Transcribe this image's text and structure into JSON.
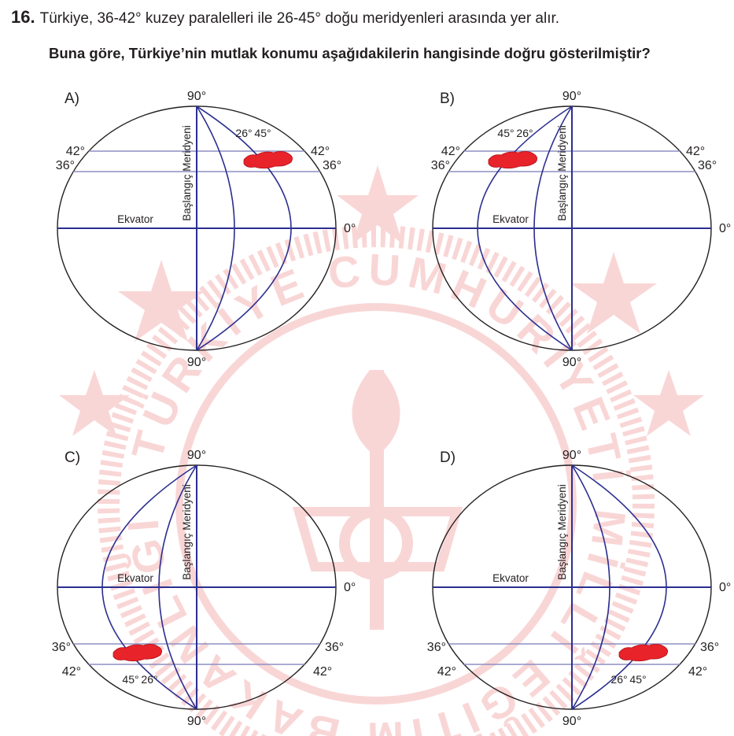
{
  "question": {
    "number": "16.",
    "statement": "Türkiye, 36-42° kuzey paralelleri ile 26-45° doğu meridyenleri arasında yer alır.",
    "prompt": "Buna göre, Türkiye’nin mutlak konumu aşağıdakilerin hangisinde doğru gösterilmiştir?"
  },
  "watermark": {
    "text": "TÜRKİYE CUMHURİYETİ MİLLÎ EĞİTİM BAKANLIĞI",
    "color": "#f5b5b5"
  },
  "colors": {
    "grid": "#2b2f8f",
    "parallel": "#8e8fc4",
    "outline": "#231f20",
    "turkey": "#e8232a"
  },
  "options": [
    {
      "letter": "A)",
      "north": "90°",
      "south": "90°",
      "equator_value": "0°",
      "equator_label": "Ekvator",
      "prime_meridian_label": "Başlangıç Meridyeni",
      "lat_top": "42°",
      "lat_bottom": "36°",
      "lon_inner": "26°",
      "lon_outer": "45°"
    },
    {
      "letter": "B)",
      "north": "90°",
      "south": "90°",
      "equator_value": "0°",
      "equator_label": "Ekvator",
      "prime_meridian_label": "Başlangıç Meridyeni",
      "lat_top": "42°",
      "lat_bottom": "36°",
      "lon_inner": "26°",
      "lon_outer": "45°"
    },
    {
      "letter": "C)",
      "north": "90°",
      "south": "90°",
      "equator_value": "0°",
      "equator_label": "Ekvator",
      "prime_meridian_label": "Başlangıç Meridyeni",
      "lat_top": "36°",
      "lat_bottom": "42°",
      "lon_inner": "26°",
      "lon_outer": "45°"
    },
    {
      "letter": "D)",
      "north": "90°",
      "south": "90°",
      "equator_value": "0°",
      "equator_label": "Ekvator",
      "prime_meridian_label": "Başlangıç Meridyeni",
      "lat_top": "36°",
      "lat_bottom": "42°",
      "lon_inner": "26°",
      "lon_outer": "45°"
    }
  ]
}
